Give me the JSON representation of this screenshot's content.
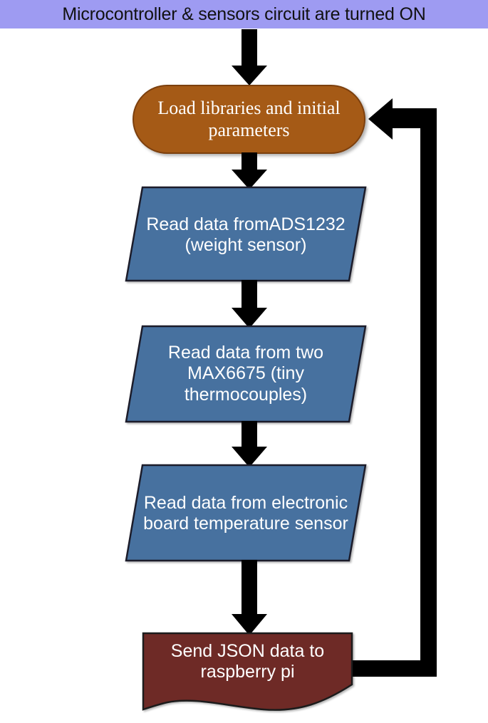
{
  "diagram": {
    "type": "flowchart",
    "orientation": "vertical",
    "background_color": "#ffffff",
    "title_banner": {
      "text": "Microcontroller & sensors circuit are turned ON",
      "fill_color": "#9e9bf2",
      "text_color": "#111111"
    },
    "nodes": [
      {
        "id": "load-libraries",
        "shape": "stadium",
        "label": "Load libraries and initial\nparameters",
        "fill_color": "#a55a17",
        "stroke_color": "#7c3f10",
        "text_color": "#f7f2ec"
      },
      {
        "id": "read-ads1232",
        "shape": "parallelogram",
        "label": "Read data fromADS1232\n(weight sensor)",
        "fill_color": "#46719f",
        "stroke_color": "#1b1b2a",
        "text_color": "#ffffff"
      },
      {
        "id": "read-max6675",
        "shape": "parallelogram",
        "label": "Read data from two\nMAX6675 (tiny\nthermocouples)",
        "fill_color": "#46719f",
        "stroke_color": "#1b1b2a",
        "text_color": "#ffffff"
      },
      {
        "id": "read-board-temp",
        "shape": "parallelogram",
        "label": "Read data from electronic\nboard temperature sensor",
        "fill_color": "#46719f",
        "stroke_color": "#1b1b2a",
        "text_color": "#ffffff"
      },
      {
        "id": "send-json",
        "shape": "document",
        "label": "Send JSON data to\nraspberry pi",
        "fill_color": "#6e2a26",
        "stroke_color": "#1b1b1b",
        "text_color": "#f2e9e8"
      }
    ],
    "connectors": [
      {
        "id": "banner-to-load",
        "from": "title-banner",
        "to": "load-libraries",
        "kind": "arrow-down",
        "color": "#000000"
      },
      {
        "id": "load-to-ads",
        "from": "load-libraries",
        "to": "read-ads1232",
        "kind": "arrow-down",
        "color": "#000000"
      },
      {
        "id": "ads-to-max",
        "from": "read-ads1232",
        "to": "read-max6675",
        "kind": "arrow-down",
        "color": "#000000"
      },
      {
        "id": "max-to-board",
        "from": "read-max6675",
        "to": "read-board-temp",
        "kind": "arrow-down",
        "color": "#000000"
      },
      {
        "id": "board-to-send",
        "from": "read-board-temp",
        "to": "send-json",
        "kind": "arrow-down",
        "color": "#000000"
      },
      {
        "id": "feedback-loop",
        "from": "send-json",
        "to": "load-libraries",
        "kind": "loop-arrow-left",
        "color": "#000000"
      }
    ]
  }
}
